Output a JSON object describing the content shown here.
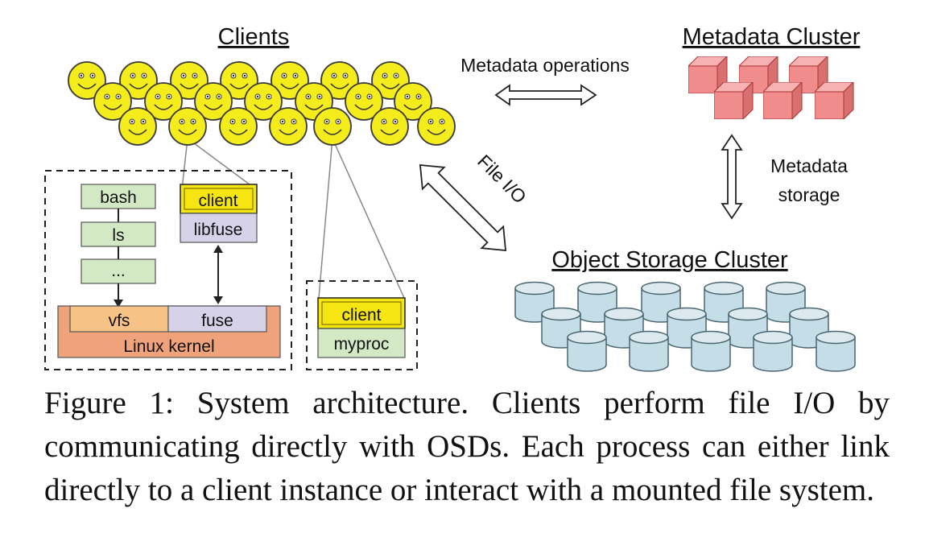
{
  "labels": {
    "clients": "Clients",
    "metadata_cluster": "Metadata Cluster",
    "object_storage_cluster": "Object Storage Cluster",
    "metadata_operations": "Metadata operations",
    "file_io": "File I/O",
    "metadata_storage_line1": "Metadata",
    "metadata_storage_line2": "storage"
  },
  "fuse_stack": {
    "bash": "bash",
    "ls": "ls",
    "ellipsis": "...",
    "client": "client",
    "libfuse": "libfuse",
    "vfs": "vfs",
    "fuse": "fuse",
    "kernel": "Linux kernel"
  },
  "direct_stack": {
    "client": "client",
    "myproc": "myproc"
  },
  "caption": "Figure 1: System architecture. Clients perform file I/O by communicating directly with OSDs. Each process can either link directly to a client instance or interact with a mounted file system.",
  "colors": {
    "smiley": "#f5ec1c",
    "mds": "#f08c8c",
    "osd": "#c5dde6",
    "app_box": "#d3e8c4",
    "client_box": "#f5e612",
    "libfuse_box": "#d6d2ea",
    "kernel": "#f0a37a",
    "vfs": "#f6c286"
  }
}
